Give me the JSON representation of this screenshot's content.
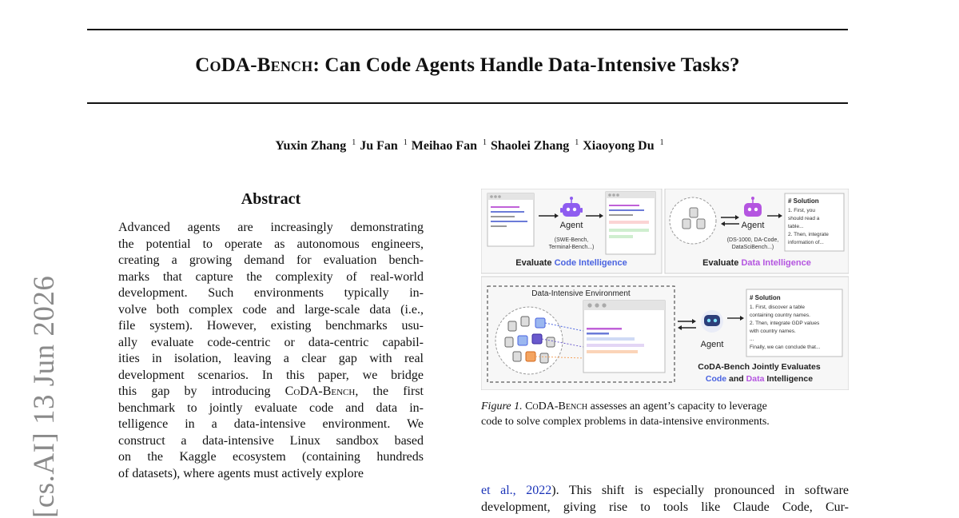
{
  "paper": {
    "title_part1": "CoDA-Bench",
    "title_part2": ": Can Code Agents Handle Data-Intensive Tasks?",
    "authors": [
      {
        "name": "Yuxin Zhang",
        "affil": "1"
      },
      {
        "name": "Ju Fan",
        "affil": "1"
      },
      {
        "name": "Meihao Fan",
        "affil": "1"
      },
      {
        "name": "Shaolei Zhang",
        "affil": "1"
      },
      {
        "name": "Xiaoyong Du",
        "affil": "1"
      }
    ],
    "arxiv_stamp": "[cs.AI]  13 Jun 2026",
    "abstract_heading": "Abstract",
    "abstract_lines": [
      "Advanced agents are increasingly demonstrating",
      "the potential to operate as autonomous engineers,",
      "creating a growing demand for evaluation bench-",
      "marks that capture the complexity of real-world",
      "development.  Such environments typically in-",
      "volve both complex code and large-scale data (i.e.,",
      "file system). However, existing benchmarks usu-",
      "ally evaluate code-centric or data-centric capabil-",
      "ities in isolation, leaving a clear gap with real",
      "development scenarios. In this paper, we bridge",
      "this gap by introducing ",
      "benchmark to jointly evaluate code and data in-",
      "telligence in a data-intensive environment.  We",
      "construct a data-intensive Linux sandbox based",
      "on the Kaggle ecosystem (containing hundreds",
      "of datasets), where agents must actively explore"
    ],
    "abstract_line11_name": "CoDA-Bench",
    "abstract_line11_tail": ", the first",
    "figure": {
      "panel1": {
        "agent_label": "Agent",
        "benchmarks_line1": "(SWE-Bench,",
        "benchmarks_line2": "Terminal-Bench...)",
        "caption_prefix": "Evaluate ",
        "caption_highlight": "Code Intelligence"
      },
      "panel2": {
        "agent_label": "Agent",
        "benchmarks_line1": "(DS-1000, DA-Code,",
        "benchmarks_line2": "DataSciBench...)",
        "solution_title": "# Solution",
        "solution_lines": [
          "1. First, you",
          "should read a",
          "table...",
          "2. Then, integrate",
          "information of..."
        ],
        "caption_prefix": "Evaluate ",
        "caption_highlight": "Data Intelligence"
      },
      "panel3": {
        "env_label": "Data-Intensive Environment",
        "agent_label": "Agent",
        "solution_title": "# Solution",
        "solution_lines": [
          "1. First, discover a table",
          "containing country names.",
          "2. Then, integrate GDP values",
          "with country names.",
          "...",
          "Finally,  we can conclude that..."
        ],
        "caption_line1": "CoDA-Bench Jointly Evaluates",
        "caption_code": "Code",
        "caption_and": " and ",
        "caption_data": "Data",
        "caption_tail": " Intelligence"
      },
      "colors": {
        "code_blue": "#4a63e0",
        "data_purple": "#b455e0",
        "agent_purple": "#8e5cf0",
        "panel_border": "#cfcfcf"
      }
    },
    "caption": {
      "label": "Figure 1.",
      "name": "CoDA-Bench",
      "line1_tail": " assesses an agent’s capacity to leverage",
      "line2": "code to solve complex problems in data-intensive environments."
    },
    "body": {
      "cite": "et al., 2022",
      "line1_tail": "). This shift is especially pronounced in software",
      "line2": "development, giving rise to tools like Claude Code, Cur-"
    }
  }
}
